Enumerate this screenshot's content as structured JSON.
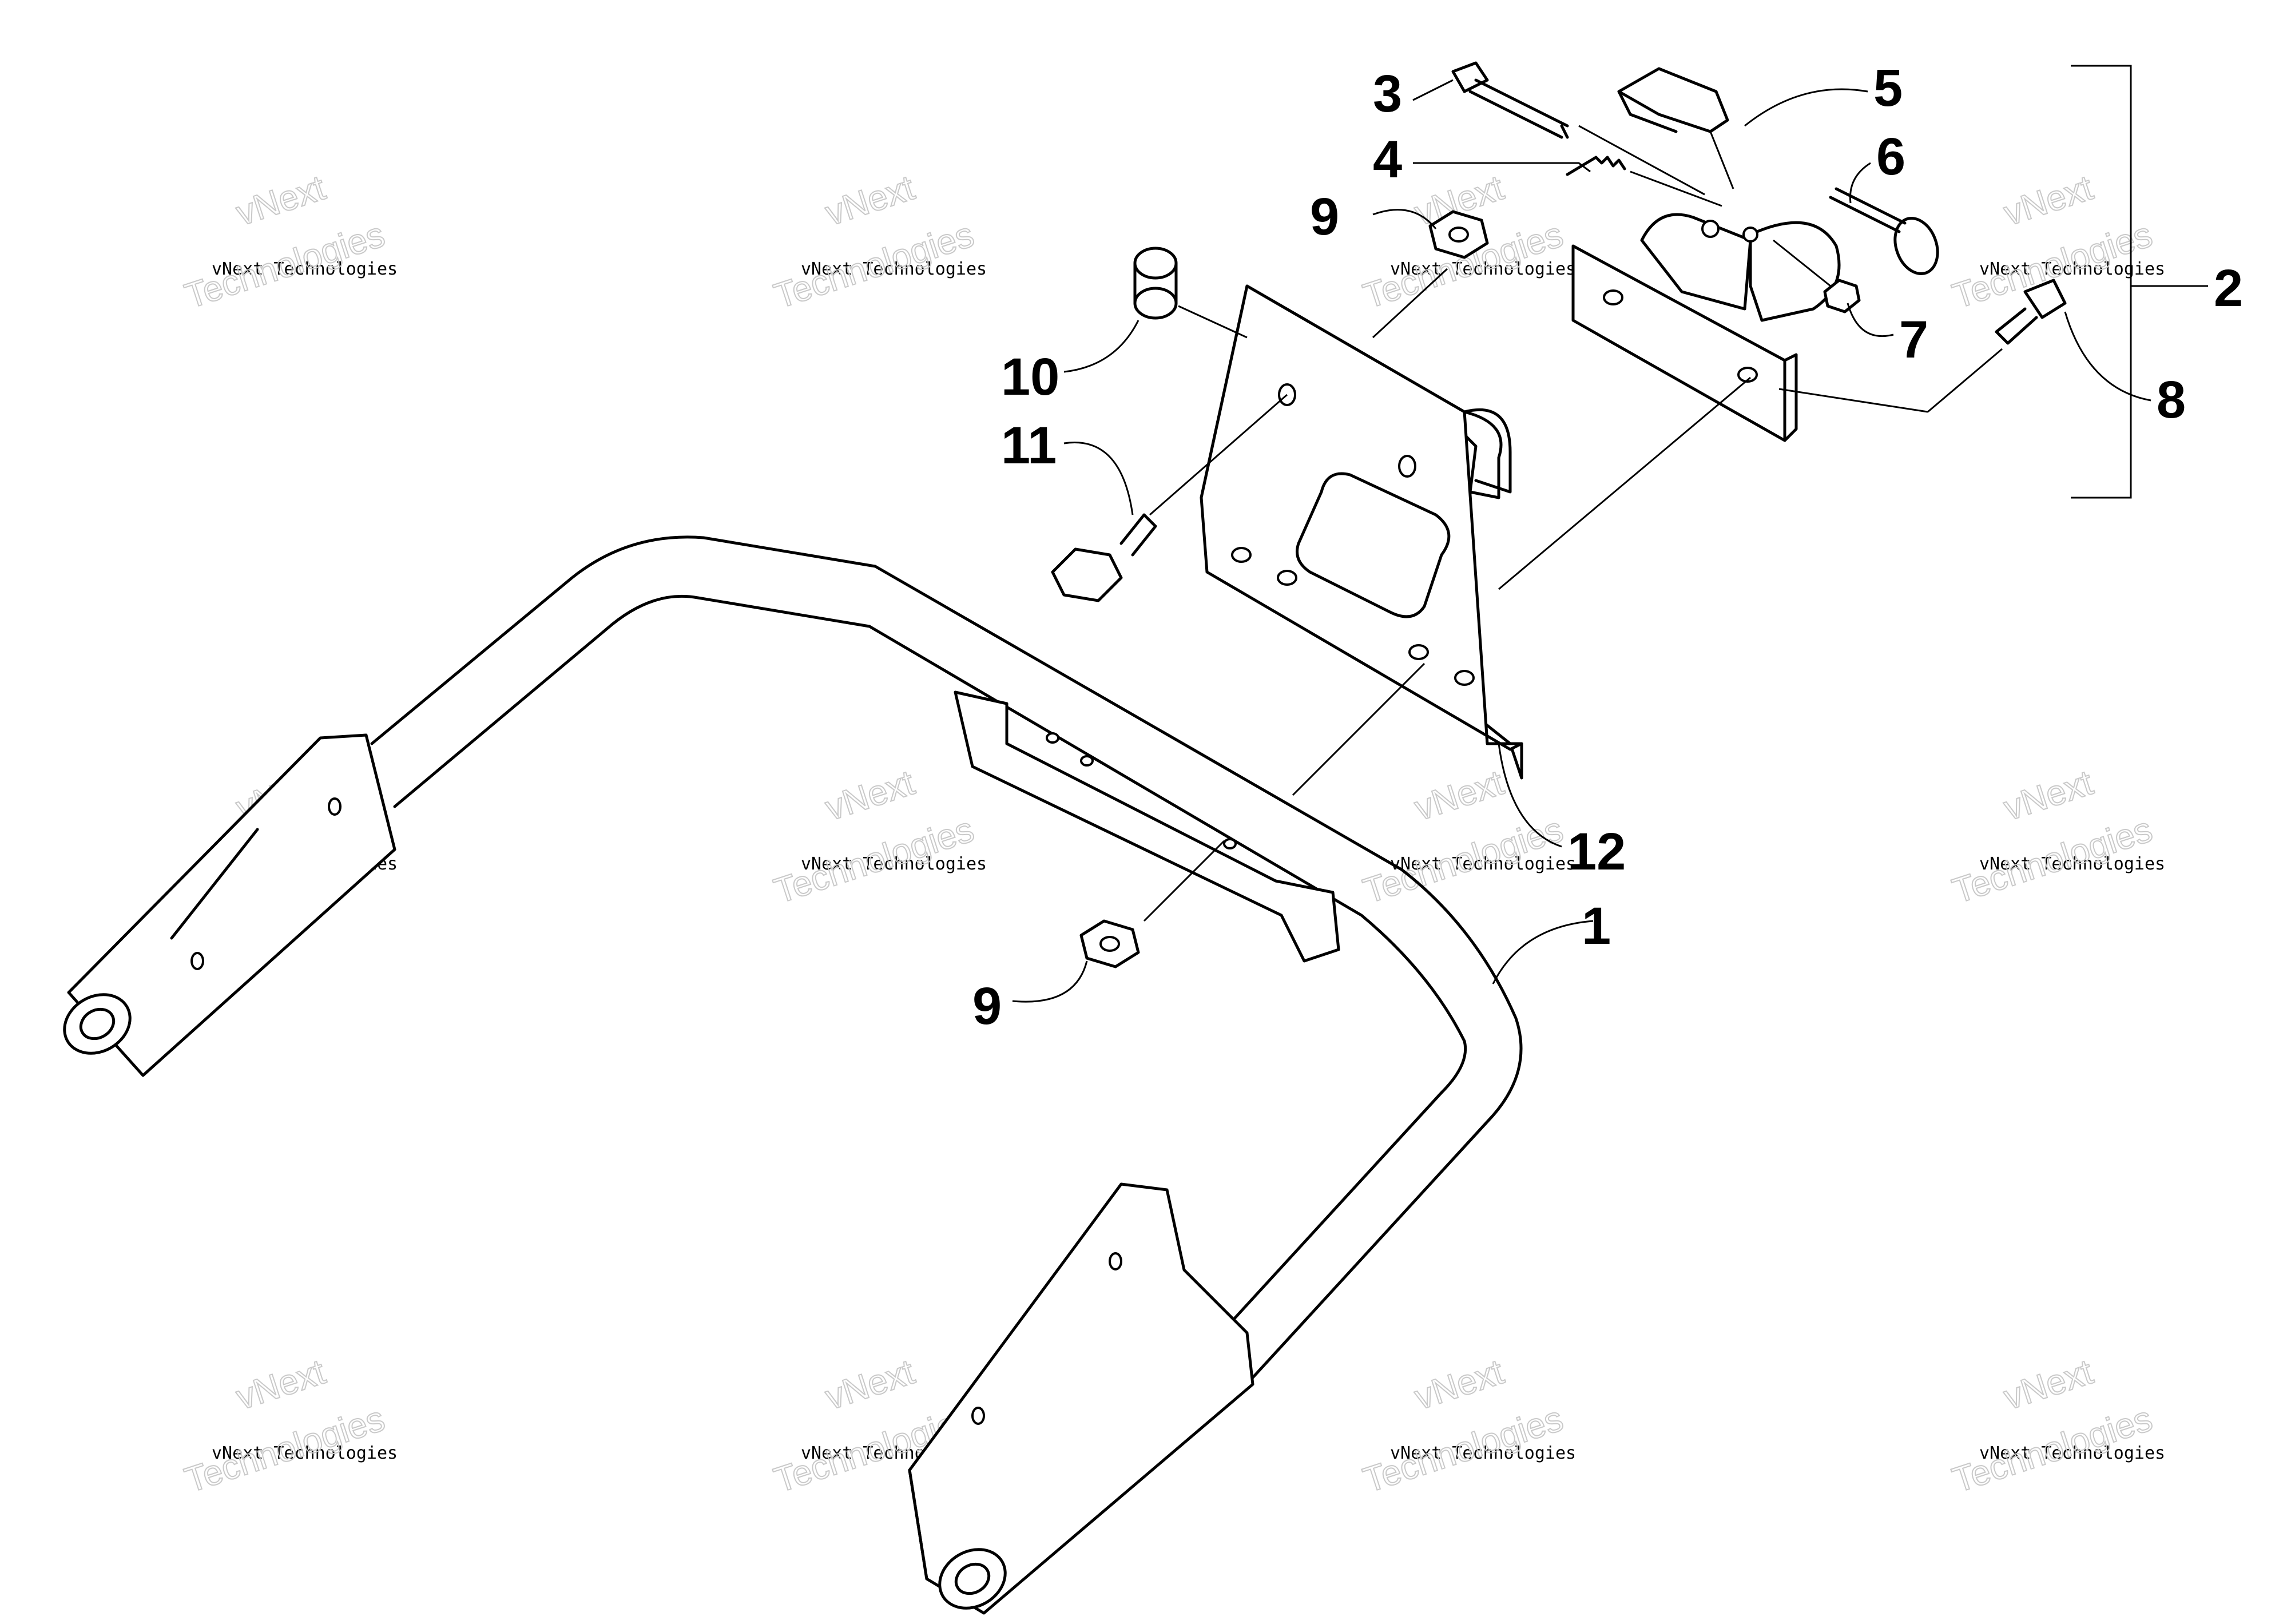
{
  "callouts": {
    "c1": "1",
    "c2": "2",
    "c3": "3",
    "c4": "4",
    "c5": "5",
    "c6": "6",
    "c7": "7",
    "c8": "8",
    "c9a": "9",
    "c9b": "9",
    "c10": "10",
    "c11": "11",
    "c12": "12"
  },
  "watermark": {
    "line1": "vNext",
    "line2": "vNext Technologies",
    "line3": "Technologies"
  }
}
